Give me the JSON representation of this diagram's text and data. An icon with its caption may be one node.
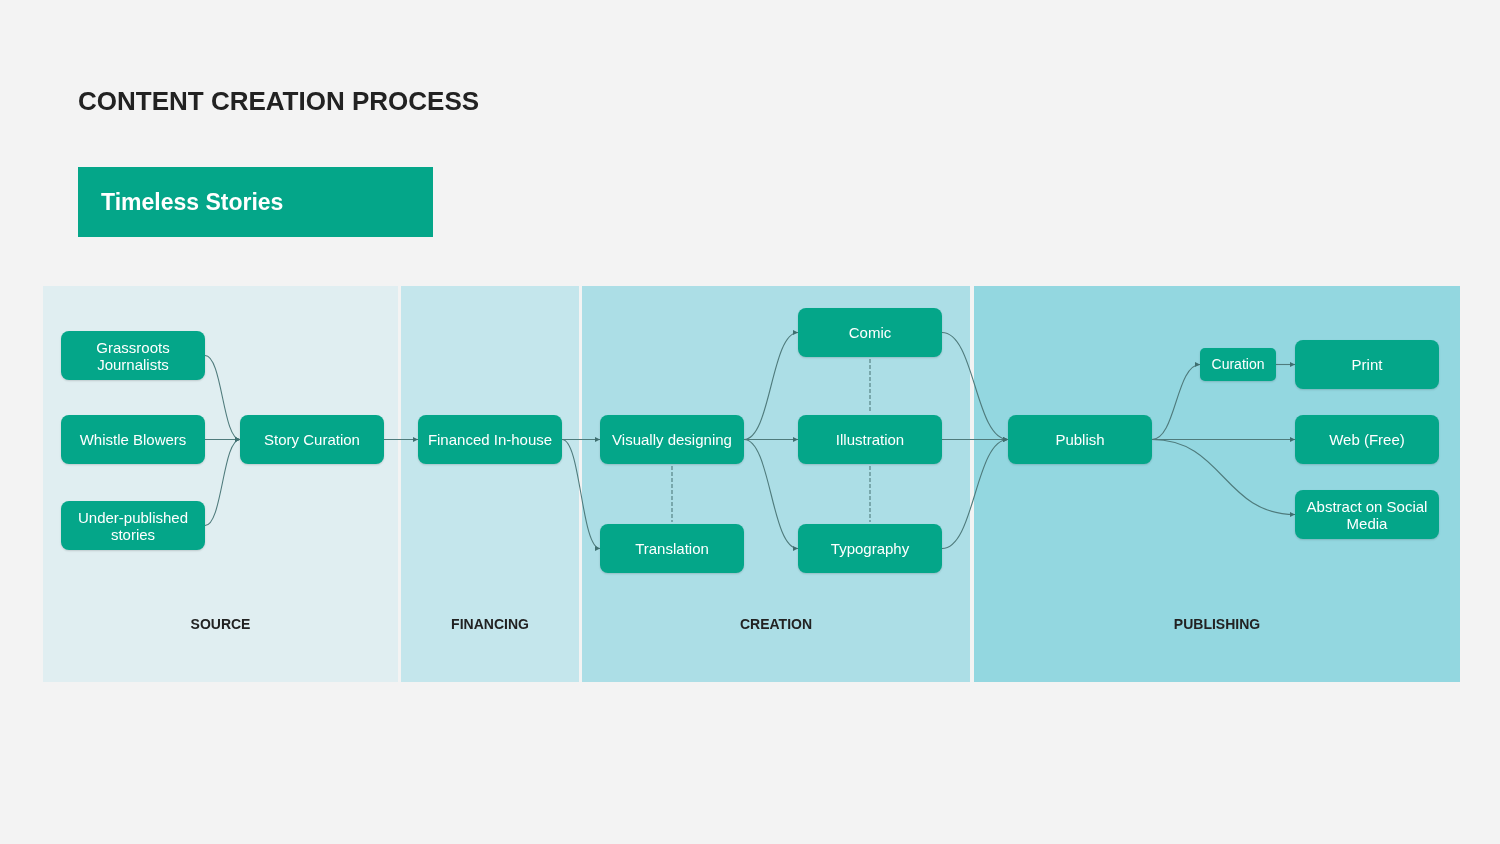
{
  "diagram": {
    "title": "CONTENT CREATION PROCESS",
    "nodes": [
      {
        "text": [
          "Timeless Stories"
        ]
      },
      {
        "text": [
          "SOURCE"
        ]
      },
      {
        "text": [
          "Grassroots Journalists"
        ],
        "in": 1
      },
      {
        "text": [
          "Whistle Blowers"
        ],
        "in": 1
      },
      {
        "text": [
          "Under-published stories"
        ],
        "in": 1
      },
      {
        "text": [
          "Story Curation"
        ],
        "in": 1
      },
      {
        "text": [
          "FINANCING"
        ]
      },
      {
        "text": [
          "Financed In-house"
        ],
        "in": 6
      },
      {
        "text": [
          "CREATION"
        ]
      },
      {
        "text": [
          "Visually designing"
        ],
        "in": 8
      },
      {
        "text": [
          "Translation"
        ],
        "in": 8
      },
      {
        "text": [
          "Comic"
        ],
        "in": 8
      },
      {
        "text": [
          "Illustration"
        ],
        "in": 8
      },
      {
        "text": [
          "Typography"
        ],
        "in": 8
      },
      {
        "text": [
          "PUBLISHING"
        ]
      },
      {
        "text": [
          "Publish"
        ],
        "in": 14
      },
      {
        "text": [
          "Curation"
        ],
        "in": 14
      },
      {
        "text": [
          "Print"
        ],
        "in": 14
      },
      {
        "text": [
          "Web (Free)"
        ],
        "in": 14
      },
      {
        "text": [
          "Abstract on Social Media"
        ],
        "in": 14
      }
    ],
    "edges": [
      {
        "from": 2,
        "to": 5,
        "arrow": "to"
      },
      {
        "from": 3,
        "to": 5,
        "arrow": "to"
      },
      {
        "from": 4,
        "to": 5,
        "arrow": "to"
      },
      {
        "from": 5,
        "to": 7,
        "arrow": "to"
      },
      {
        "from": 7,
        "to": 9,
        "arrow": "to"
      },
      {
        "from": 7,
        "to": 10,
        "arrow": "to"
      },
      {
        "from": 9,
        "to": 11,
        "arrow": "to"
      },
      {
        "from": 9,
        "to": 12,
        "arrow": "to"
      },
      {
        "from": 9,
        "to": 13,
        "arrow": "to"
      },
      {
        "from": 9,
        "to": 10,
        "arrow": "none",
        "style": "dashed"
      },
      {
        "from": 11,
        "to": 12,
        "arrow": "none",
        "style": "dashed"
      },
      {
        "from": 12,
        "to": 13,
        "arrow": "none",
        "style": "dashed"
      },
      {
        "from": 11,
        "to": 15,
        "arrow": "to"
      },
      {
        "from": 12,
        "to": 15,
        "arrow": "to"
      },
      {
        "from": 13,
        "to": 15,
        "arrow": "to"
      },
      {
        "from": 15,
        "to": 16,
        "arrow": "to"
      },
      {
        "from": 16,
        "to": 17,
        "arrow": "to"
      },
      {
        "from": 15,
        "to": 18,
        "arrow": "to"
      },
      {
        "from": 15,
        "to": 19,
        "arrow": "to"
      }
    ]
  }
}
